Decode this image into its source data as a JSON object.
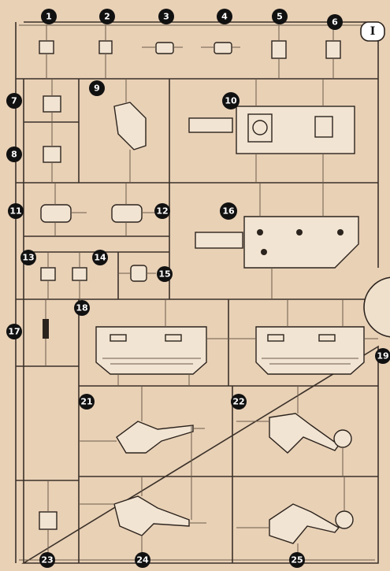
{
  "sprue": {
    "tag": "I",
    "part_numbers": [
      "1",
      "2",
      "3",
      "4",
      "5",
      "6",
      "7",
      "8",
      "9",
      "10",
      "11",
      "12",
      "13",
      "14",
      "15",
      "16",
      "17",
      "18",
      "19",
      "21",
      "22",
      "23",
      "24",
      "25"
    ]
  },
  "colors": {
    "background": "#e9d1b6",
    "line": "#2b231d",
    "part_fill": "#f2e4d2",
    "callout": "#111111"
  }
}
